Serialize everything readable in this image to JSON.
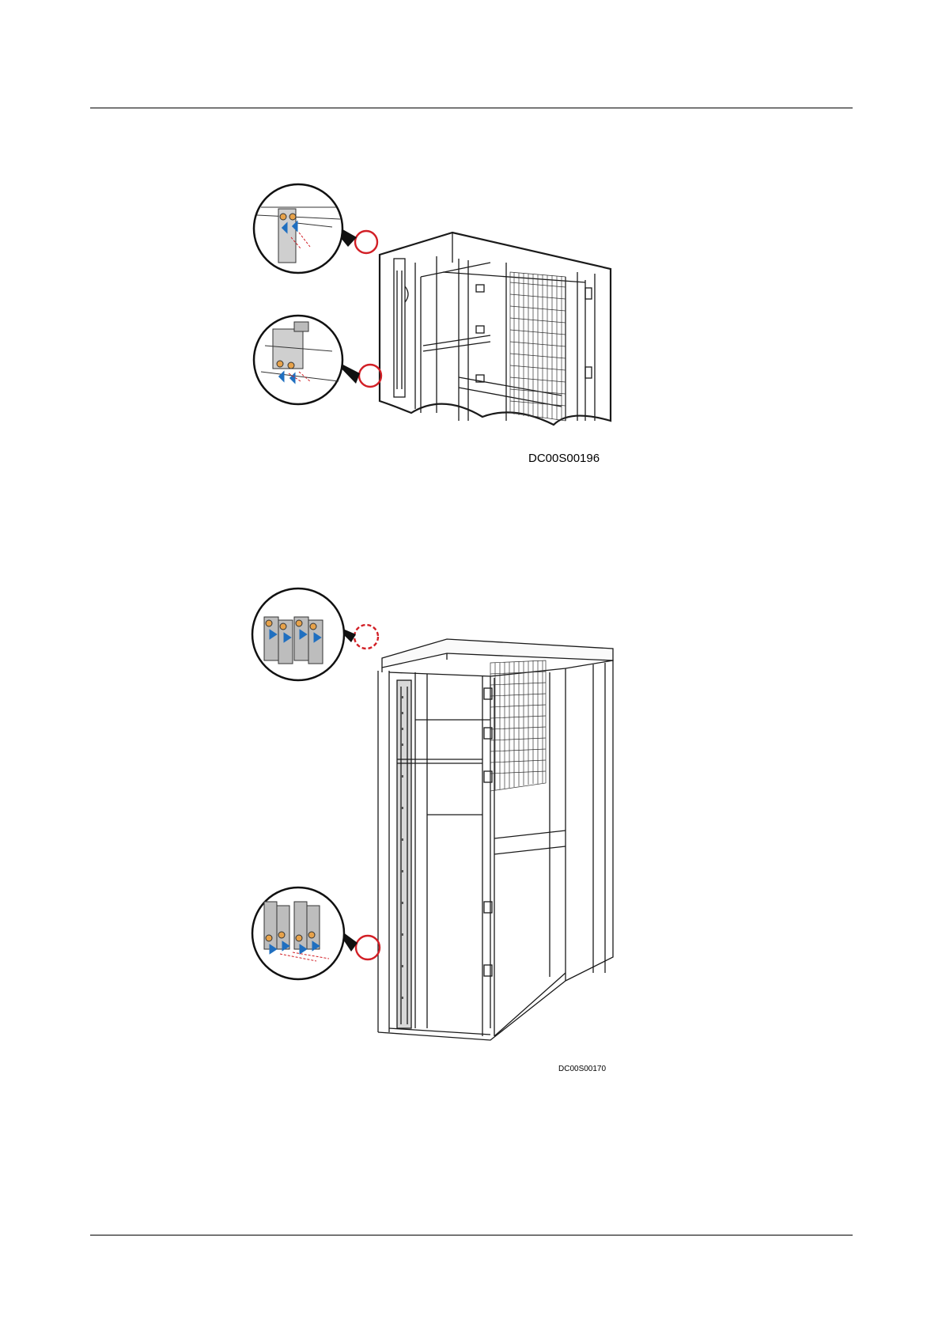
{
  "figures": [
    {
      "id": "figure-1",
      "code": "DC00S00196",
      "content": "technical line drawing: cabinet rear view with two magnified callouts (top and bottom mounting points, blue arrows, dashed red guide lines)"
    },
    {
      "id": "figure-2",
      "code": "DC00S00170",
      "content": "technical line drawing: full cabinet frame with PDU strip mounted on left rear post, two magnified callouts"
    }
  ],
  "colors": {
    "ink": "#1a1a1a",
    "callout_ring": "#d21f26",
    "arrow": "#1f6fc0",
    "guide": "#d21f26",
    "detail_fill": "#9a9a9a"
  }
}
